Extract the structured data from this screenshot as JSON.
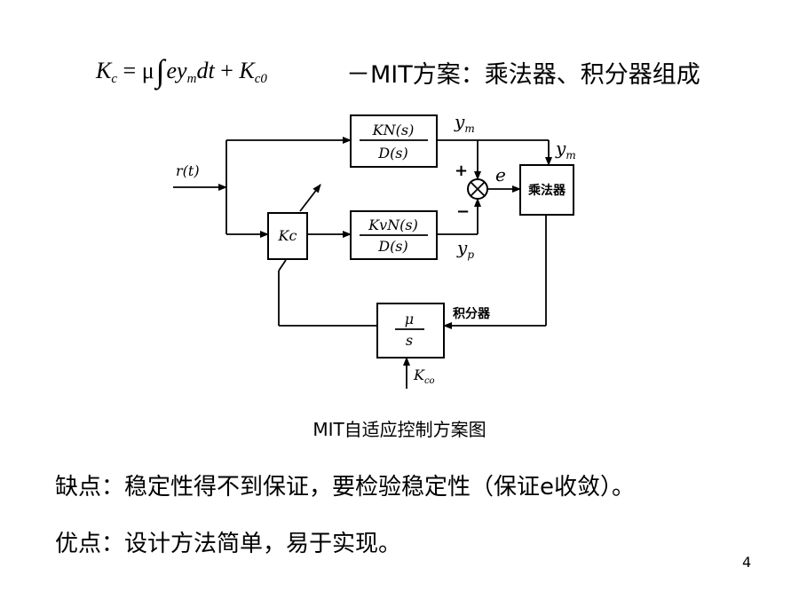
{
  "formula": {
    "lhs": "K",
    "lhs_sub": "c",
    "eq": "=",
    "mu": "μ",
    "integrand_e": "ey",
    "integrand_sub": "m",
    "dt": "dt",
    "plus": "+",
    "k0": "K",
    "k0_sub": "c0",
    "description": "－MIT方案：乘法器、积分器组成"
  },
  "diagram": {
    "input_label": "r(t)",
    "block_top": {
      "num": "KN(s)",
      "den": "D(s)"
    },
    "block_plant": {
      "num": "KvN(s)",
      "den": "D(s)"
    },
    "block_gain": {
      "label": "Kc"
    },
    "block_multiplier": {
      "label": "乘法器"
    },
    "block_integrator": {
      "num": "μ",
      "den": "s"
    },
    "integrator_label": "积分器",
    "label_ym_top": "y",
    "label_ym_top_sub": "m",
    "label_ym_right": "y",
    "label_ym_right_sub": "m",
    "label_yp": "y",
    "label_yp_sub": "p",
    "label_e": "e",
    "sign_plus": "+",
    "sign_minus": "−",
    "label_kco": "K",
    "label_kco_sub": "co"
  },
  "caption": "MIT自适应控制方案图",
  "drawback": "缺点：稳定性得不到保证，要检验稳定性（保证e收敛）。",
  "advantage": "优点：设计方法简单，易于实现。",
  "page_number": "4"
}
